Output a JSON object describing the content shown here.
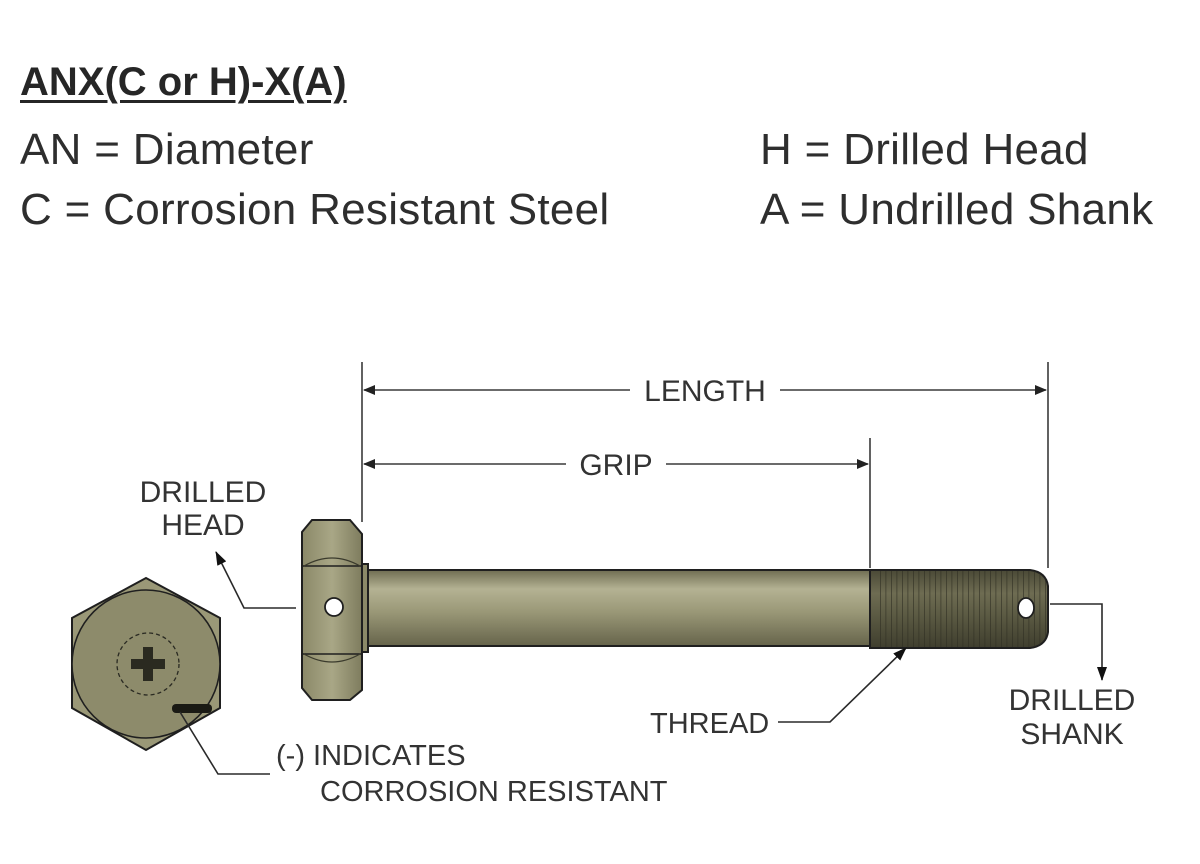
{
  "title": "ANX(C or H)-X(A)",
  "legend": {
    "left": [
      "AN = Diameter",
      "C = Corrosion Resistant Steel"
    ],
    "right": [
      "H = Drilled Head",
      "A = Undrilled Shank"
    ]
  },
  "labels": {
    "length": "LENGTH",
    "grip": "GRIP",
    "drilled_head": [
      "DRILLED",
      "HEAD"
    ],
    "thread": "THREAD",
    "drilled_shank": [
      "DRILLED",
      "SHANK"
    ],
    "corrosion_note": [
      "(-) INDICATES",
      "CORROSION RESISTANT"
    ]
  },
  "colors": {
    "bolt_body": "#8f8c6a",
    "bolt_body_light": "#b4b293",
    "bolt_dark": "#5e5c44",
    "thread": "#4f4e3a",
    "outline": "#1f1f1f"
  },
  "icons": {
    "head_end_view": "hex-head-with-phillips-recess-icon",
    "corrosion_mark": "dash-mark-icon"
  }
}
